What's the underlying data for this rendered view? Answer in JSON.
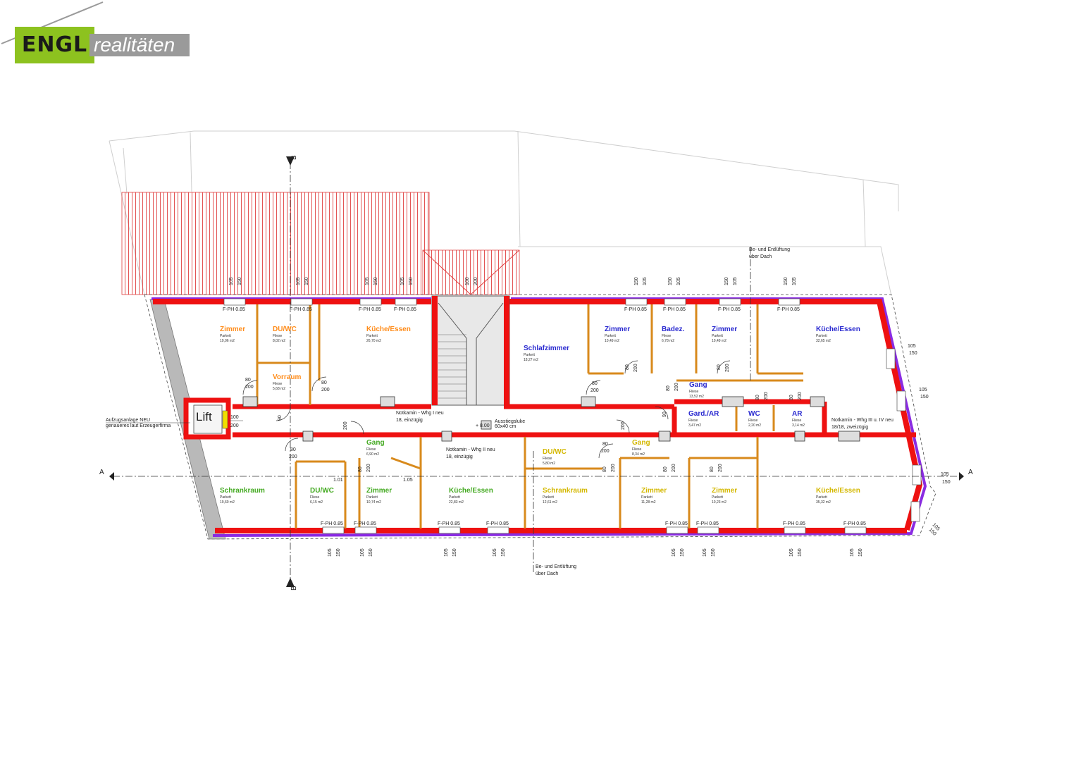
{
  "logo": {
    "brand": "ENGL",
    "tagline": "realitäten"
  },
  "colors": {
    "green": "#8dc21f",
    "gray": "#9a9a9a",
    "wall": "#ee1111",
    "insulation": "#8a2be2",
    "wood": "#d88a1c",
    "roof": "#e04040",
    "orange_label": "#ff8c1a",
    "blue_label": "#2a2ad0",
    "green_label": "#44aa22",
    "yellow_label": "#d4b800"
  },
  "rooms": [
    {
      "name": "Zimmer",
      "floor": "Parkett",
      "area": "19,06 m2",
      "color": "orange"
    },
    {
      "name": "DU/WC",
      "floor": "Fliese",
      "area": "8,02 m2",
      "color": "orange"
    },
    {
      "name": "Küche/Essen",
      "floor": "Parkett",
      "area": "26,70 m2",
      "color": "orange"
    },
    {
      "name": "Vorraum",
      "floor": "Fliese",
      "area": "5,68 m2",
      "color": "orange"
    },
    {
      "name": "Schlafzimmer",
      "floor": "Parkett",
      "area": "18,27 m2",
      "color": "blue"
    },
    {
      "name": "Zimmer",
      "floor": "Parkett",
      "area": "10,49 m2",
      "color": "blue"
    },
    {
      "name": "Badez.",
      "floor": "Fliese",
      "area": "6,78 m2",
      "color": "blue"
    },
    {
      "name": "Zimmer",
      "floor": "Parkett",
      "area": "10,49 m2",
      "color": "blue"
    },
    {
      "name": "Küche/Essen",
      "floor": "Parkett",
      "area": "32,65 m2",
      "color": "blue"
    },
    {
      "name": "Gang",
      "floor": "Fliese",
      "area": "13,52 m2",
      "color": "blue"
    },
    {
      "name": "Gard./AR",
      "floor": "Fliese",
      "area": "3,47 m2",
      "color": "blue"
    },
    {
      "name": "WC",
      "floor": "Fliese",
      "area": "2,20 m2",
      "color": "blue"
    },
    {
      "name": "AR",
      "floor": "Fliese",
      "area": "3,14 m2",
      "color": "blue"
    },
    {
      "name": "Gang",
      "floor": "Fliese",
      "area": "6,90 m2",
      "color": "green"
    },
    {
      "name": "Schrankraum",
      "floor": "Parkett",
      "area": "19,60 m2",
      "color": "green"
    },
    {
      "name": "DU/WC",
      "floor": "Fliese",
      "area": "6,15 m2",
      "color": "green"
    },
    {
      "name": "Zimmer",
      "floor": "Parkett",
      "area": "10,74 m2",
      "color": "green"
    },
    {
      "name": "Küche/Essen",
      "floor": "Parkett",
      "area": "22,83 m2",
      "color": "green"
    },
    {
      "name": "DU/WC",
      "floor": "Fliese",
      "area": "5,80 m2",
      "color": "yellow"
    },
    {
      "name": "Gang",
      "floor": "Fliese",
      "area": "8,34 m2",
      "color": "yellow"
    },
    {
      "name": "Schrankraum",
      "floor": "Parkett",
      "area": "12,61 m2",
      "color": "yellow"
    },
    {
      "name": "Zimmer",
      "floor": "Parkett",
      "area": "11,28 m2",
      "color": "yellow"
    },
    {
      "name": "Zimmer",
      "floor": "Parkett",
      "area": "10,23 m2",
      "color": "yellow"
    },
    {
      "name": "Küche/Essen",
      "floor": "Parkett",
      "area": "35,32 m2",
      "color": "yellow"
    }
  ],
  "lift": {
    "label": "Lift",
    "dim_top": "100",
    "dim_bottom": "200"
  },
  "notes": {
    "lift_note_1": "Aufzugsanlage NEU",
    "lift_note_2": "genaueres laut Erzeugerfirma",
    "vent_top_1": "Be- und Entlüftung",
    "vent_top_2": "über Dach",
    "vent_bottom_1": "Be- und Entlüftung",
    "vent_bottom_2": "über Dach",
    "kamin1_1": "Notkamin - Whg I neu",
    "kamin1_2": "18, einzügig",
    "kamin2_1": "Notkamin - Whg II neu",
    "kamin2_2": "18, einzügig",
    "kamin3_1": "Notkamin - Whg III u. IV neu",
    "kamin3_2": "18/18, zweizügig",
    "hatch_1": "Ausstiegsluke",
    "hatch_2": "60x40 cm",
    "level": "+ 8.00"
  },
  "section_marks": {
    "a": "A",
    "b": "B"
  },
  "window_label": "F-PH 0.85",
  "dims": {
    "d105": "105",
    "d150": "150",
    "d200": "200",
    "d80": "80",
    "d90": "90",
    "d100": "100",
    "d101": "1.01",
    "d105b": "1.05"
  }
}
